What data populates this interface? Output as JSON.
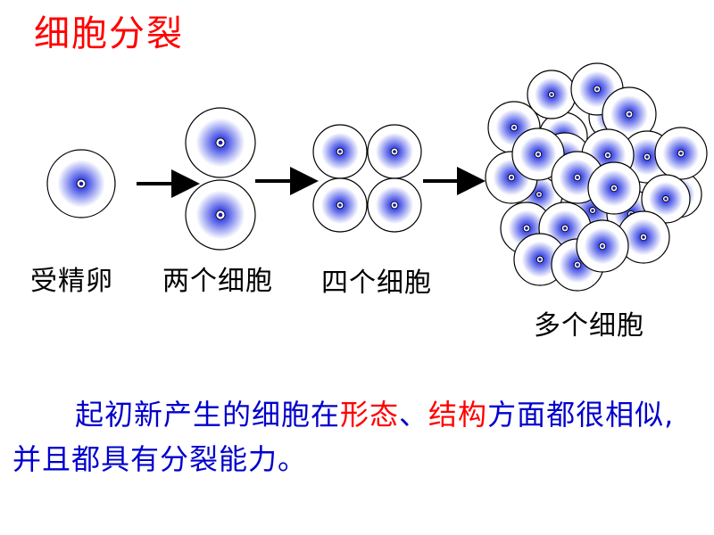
{
  "title": {
    "text": "细胞分裂",
    "color": "#ff0000"
  },
  "stages": [
    {
      "label": "受精卵",
      "cell_count": 1
    },
    {
      "label": "两个细胞",
      "cell_count": 2
    },
    {
      "label": "四个细胞",
      "cell_count": 4
    },
    {
      "label": "多个细胞",
      "cell_count": "many"
    }
  ],
  "arrows": 3,
  "cell_style": {
    "outline": "#000000",
    "inner_gradient_center": "#3030e0",
    "inner_gradient_edge": "#ffffff",
    "nucleus": "#ffffff"
  },
  "paragraph": {
    "part1": "起初新产生的细胞在",
    "part2": "形态",
    "part3": "、",
    "part4": "结构",
    "part5": "方面都很相似,并且都具有分裂能力。",
    "text_color": "#0000cc",
    "highlight_color": "#ff0000"
  }
}
